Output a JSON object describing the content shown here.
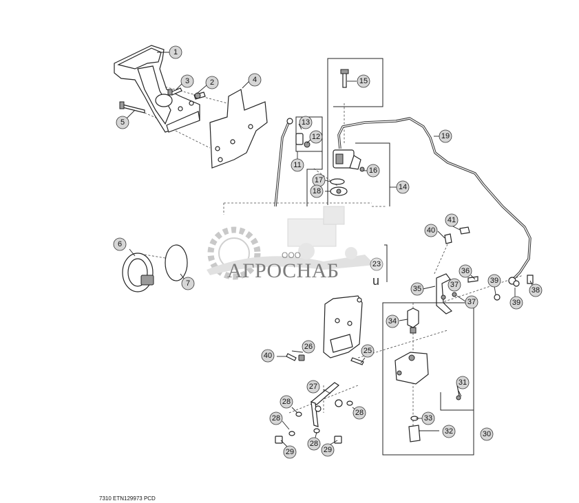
{
  "diagram": {
    "callouts": [
      "1",
      "2",
      "3",
      "4",
      "5",
      "6",
      "7",
      "11",
      "12",
      "13",
      "14",
      "15",
      "16",
      "17",
      "18",
      "19",
      "23",
      "25",
      "26",
      "27",
      "28",
      "29",
      "30",
      "31",
      "32",
      "33",
      "34",
      "35",
      "36",
      "37",
      "38",
      "39",
      "40",
      "41"
    ]
  },
  "watermark": {
    "company": "ООО",
    "brand": "АГРОСНАБ",
    "suffix": "u"
  },
  "footer": {
    "code": "7310  ETN129973  PCD"
  },
  "colors": {
    "line": "#222222",
    "callout_fill": "#d6d6d6",
    "watermark": "#7b7b7b"
  }
}
